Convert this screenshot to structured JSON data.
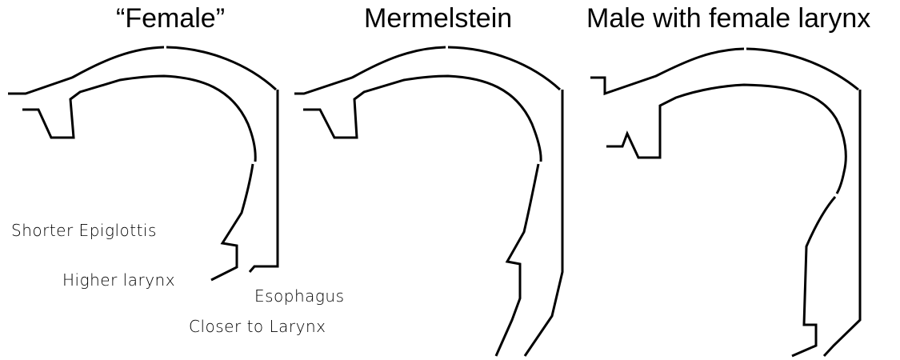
{
  "titles": {
    "female": "“Female”",
    "mermelstein": "Mermelstein",
    "male_female_larynx": "Male with female larynx"
  },
  "annotations": {
    "shorter_epiglottis": "Shorter Epiglottis",
    "higher_larynx": "Higher larynx",
    "esophagus": "Esophagus",
    "closer_to_larynx": "Closer to Larynx"
  }
}
